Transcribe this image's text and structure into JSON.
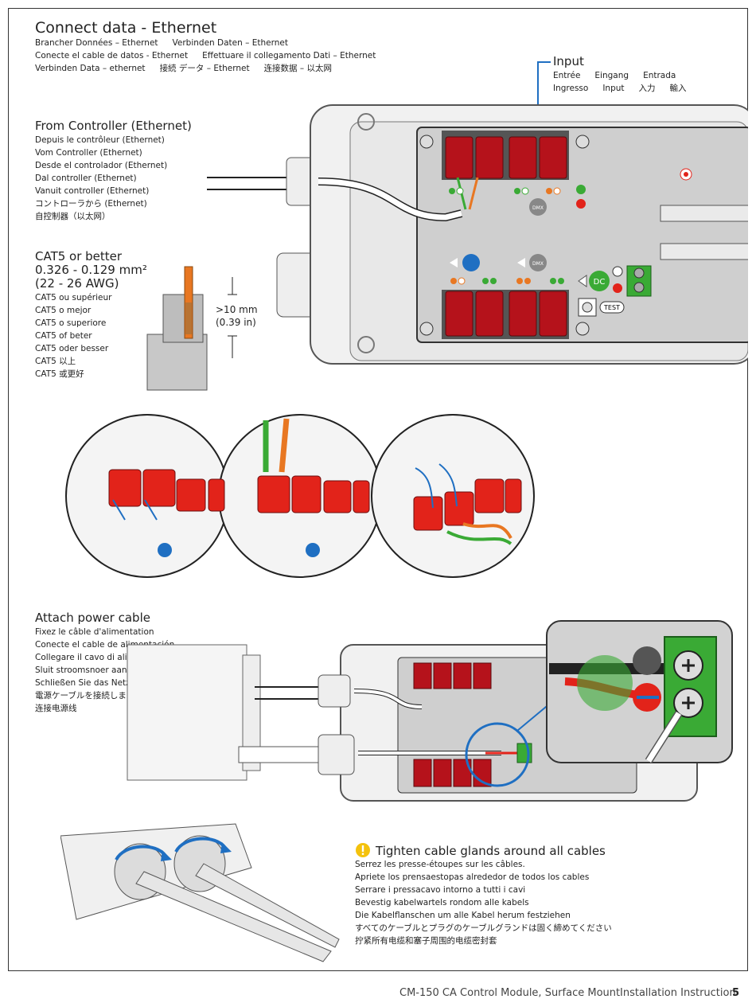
{
  "connect": {
    "title": "Connect data - Ethernet",
    "lines": [
      [
        "Brancher Données – Ethernet",
        "Verbinden Daten – Ethernet"
      ],
      [
        "Conecte el cable de datos - Ethernet",
        "Effettuare il collegamento Dati – Ethernet"
      ],
      [
        "Verbinden Data – ethernet",
        "接続 データ – Ethernet",
        "连接数据 – 以太网"
      ]
    ]
  },
  "input": {
    "title": "Input",
    "row1": [
      "Entrée",
      "Eingang",
      "Entrada"
    ],
    "row2": [
      "Ingresso",
      "Input",
      "入力",
      "輸入"
    ]
  },
  "from_controller": {
    "title": "From Controller (Ethernet)",
    "lines": [
      "Depuis le contrôleur (Ethernet)",
      "Vom Controller (Ethernet)",
      "Desde el controlador (Ethernet)",
      "Dal controller (Ethernet)",
      "Vanuit controller (Ethernet)",
      "コントローラから (Ethernet)",
      "自控制器（以太网）"
    ]
  },
  "cat5": {
    "title": "CAT5 or better",
    "spec1": "0.326 - 0.129 mm²",
    "spec2": "(22 - 26 AWG)",
    "lines": [
      "CAT5 ou supérieur",
      "CAT5 o mejor",
      "CAT5 o superiore",
      "CAT5 of beter",
      "CAT5 oder besser",
      "CAT5 以上",
      "CAT5 或更好"
    ],
    "strip1": ">10 mm",
    "strip2": "(0.39 in)"
  },
  "device": {
    "test_label": "TEST",
    "dmx_label": "DMX",
    "dc_label": "DC"
  },
  "power": {
    "title": "Attach power cable",
    "lines": [
      "Fixez le câble d'alimentation",
      "Conecte el cable de alimentación",
      "Collegare il cavo di alimentazione",
      "Sluit stroomsnoer aan",
      "Schließen Sie das Netzkabel an",
      "電源ケーブルを接続します",
      "连接电源线"
    ]
  },
  "glands": {
    "title": "Tighten cable glands around all cables",
    "lines": [
      "Serrez les presse-étoupes sur les câbles.",
      "Apriete los prensaestopas alrededor de todos los cables",
      "Serrare i pressacavo intorno a tutti i cavi",
      "Bevestig kabelwartels rondom alle kabels",
      "Die Kabelflanschen um alle Kabel herum festziehen",
      "すべてのケーブルとプラグのケーブルグランドは固く締めてください",
      "拧紧所有电缆和塞子周围的电缆密封套"
    ]
  },
  "footer": {
    "product": "CM-150 CA Control Module, Surface Mount",
    "doc": "Installation Instruction",
    "page": "5"
  },
  "colors": {
    "rj45": "#b5121b",
    "accent_blue": "#1f6fc2",
    "green": "#3aaa35",
    "orange": "#e87722"
  }
}
